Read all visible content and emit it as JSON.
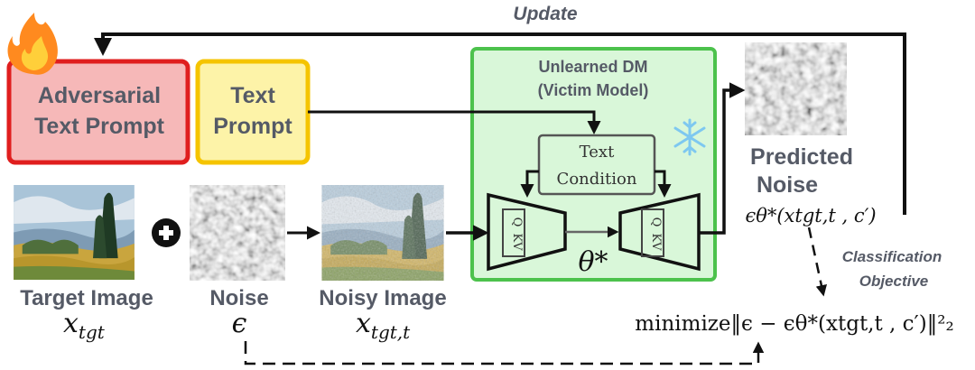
{
  "top_update_label": "Update",
  "boxes": {
    "adversarial_line1": "Adversarial",
    "adversarial_line2": "Text Prompt",
    "text_prompt_line1": "Text",
    "text_prompt_line2": "Prompt",
    "dm_title_line1": "Unlearned DM",
    "dm_title_line2": "(Victim Model)",
    "text_condition_line1": "Text",
    "text_condition_line2": "Condition",
    "theta_label": "θ*",
    "unet_q_label": "Q",
    "unet_kv_label": "KV"
  },
  "images": {
    "target_label": "Target Image",
    "target_symbol": "x",
    "target_sub": "tgt",
    "noise_label": "Noise",
    "noise_symbol": "ϵ",
    "noisy_label": "Noisy Image",
    "noisy_symbol": "x",
    "noisy_sub": "tgt,t",
    "predicted_line1": "Predicted",
    "predicted_line2": "Noise",
    "predicted_formula": "ϵθ*(xtgt,t , c′)"
  },
  "objective": {
    "label_line1": "Classification",
    "label_line2": "Objective",
    "formula": "minimize‖ϵ − ϵθ*(xtgt,t , c′)‖²₂"
  },
  "colors": {
    "adversarial_fill": "#f6b8b8",
    "adversarial_border": "#e01e1e",
    "text_prompt_fill": "#fdf3a8",
    "text_prompt_border": "#f5c400",
    "dm_fill": "#d9f7d9",
    "dm_border": "#4cc24c",
    "snowflake": "#7ec8f0"
  },
  "icons": [
    "fire-icon",
    "snowflake-icon",
    "plus-icon"
  ]
}
